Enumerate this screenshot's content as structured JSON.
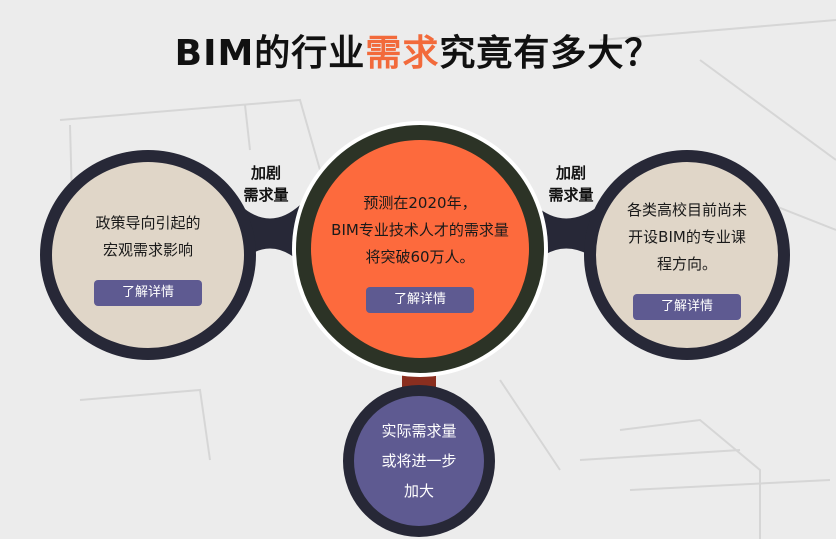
{
  "title": {
    "prefix": "BIM的行业",
    "highlight": "需求",
    "suffix": "究竟有多大？"
  },
  "colors": {
    "accent_orange": "#fd6a3d",
    "title_highlight": "#f26a3b",
    "ring_dark": "#272837",
    "ring_green": "#2c3326",
    "beige": "#e0d6c8",
    "purple": "#5e5a91",
    "connector_red": "#8a2e1f"
  },
  "connectors": {
    "left_label_line1": "加剧",
    "left_label_line2": "需求量",
    "right_label_line1": "加剧",
    "right_label_line2": "需求量"
  },
  "circles": {
    "left": {
      "line1": "政策导向引起的",
      "line2": "宏观需求影响",
      "button": "了解详情"
    },
    "center": {
      "line1": "预测在2020年，",
      "line2": "BIM专业技术人才的需求量",
      "line3": "将突破60万人。",
      "button": "了解详情"
    },
    "right": {
      "line1": "各类高校目前尚未",
      "line2": "开设BIM的专业课",
      "line3": "程方向。",
      "button": "了解详情"
    },
    "bottom": {
      "line1": "实际需求量",
      "line2": "或将进一步",
      "line3": "加大"
    }
  }
}
